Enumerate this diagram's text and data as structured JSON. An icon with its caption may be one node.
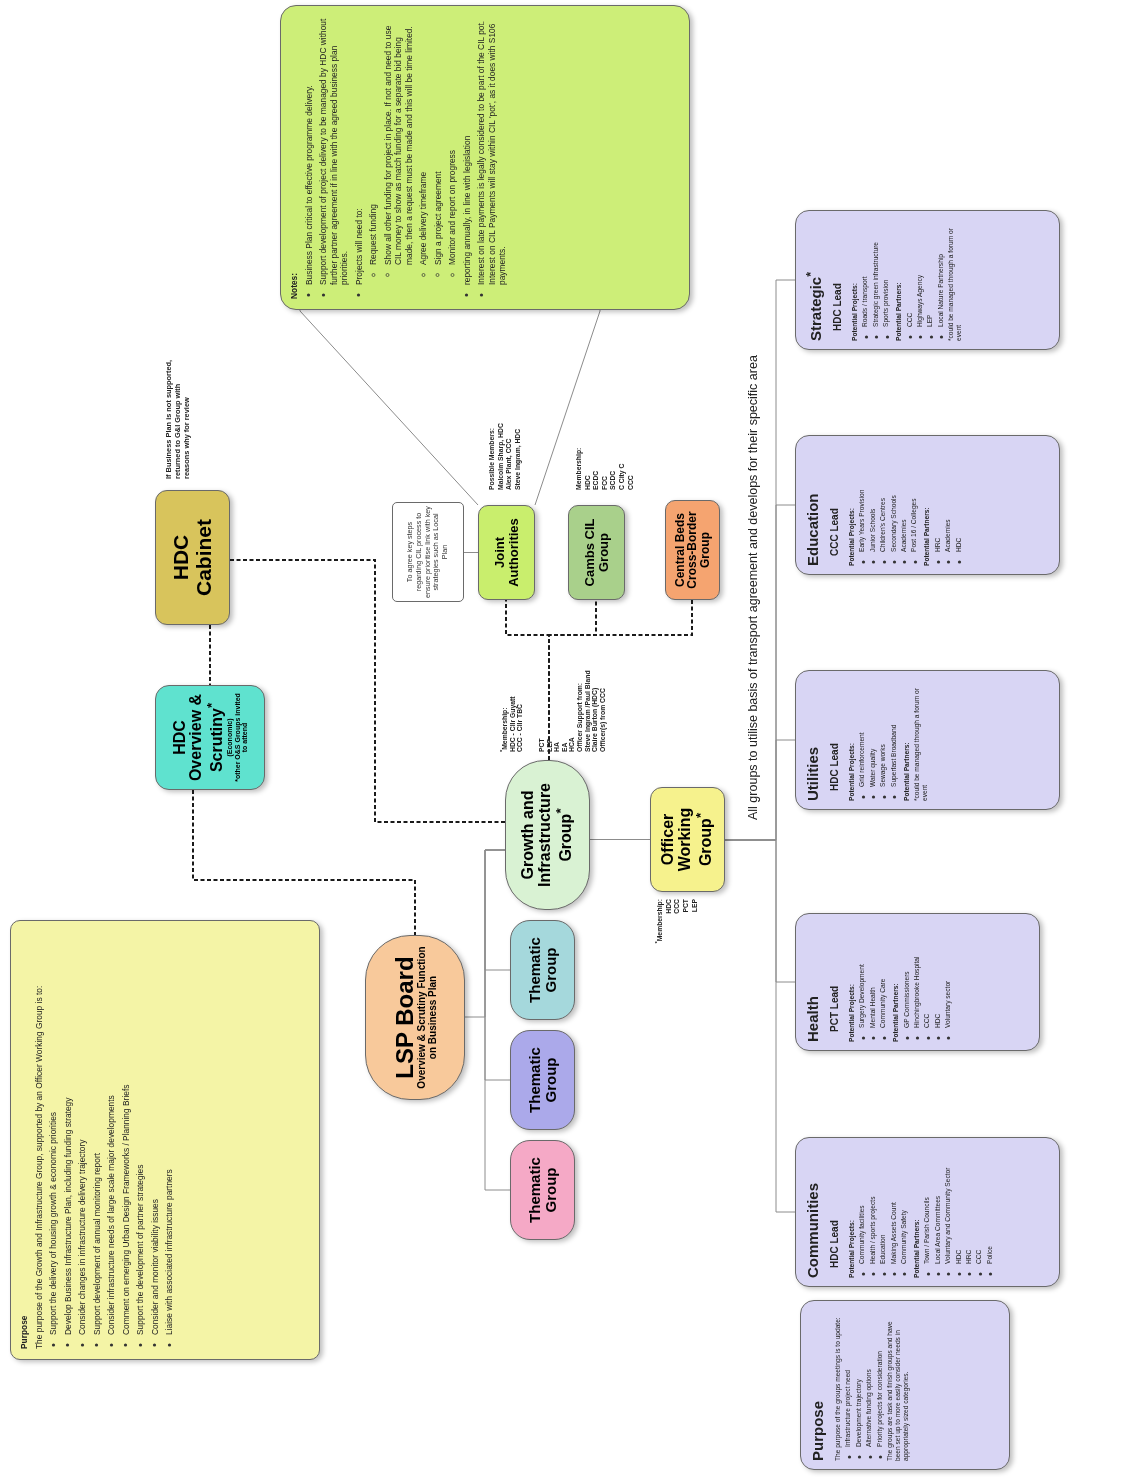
{
  "diagram": {
    "nodes": [
      {
        "text": [
          "Purpose",
          "The purpose of the Growth and Infrastructure Group, supported by an Officer Working Group is to:",
          "Support the delivery of housing growth & economic priorities",
          "Develop Business Infrastructure Plan, including funding strategy",
          "Consider changes in infrastructure delivery trajectory",
          "Support development of annual monitoring report",
          "Consider infrastructure needs of large scale major developments",
          "Comment on emerging Urban Design Frameworks / Planning Briefs",
          "Support the development of partner strategies",
          "Consider and monitor viability issues",
          "Liaise with associated infrastructure partners"
        ]
      },
      {
        "text": [
          "HDC Overview & Scrutiny$^{*}$",
          "(Economic)",
          "*other O&S Groups invited to attend"
        ]
      },
      {
        "text": [
          "HDC Cabinet"
        ],
        "beside": [
          "If Business Plan is not supported, returned to G&I Group with reasons why for review"
        ]
      },
      {
        "text": [
          "Notes:",
          "Business Plan critical to effective programme delivery.",
          "Support development of project delivery to be managed by HDC without further partner agreement if in line with the agreed business plan priorities.",
          "Projects will need to:",
          "Request funding",
          "Show all other funding for project in place. If not and need to use CIL money to show as match funding for a separate bid being made, then a request must be made and this will be time limited.",
          "Agree delivery timeframe",
          "Sign a project agreement",
          "Monitor and report on progress",
          "reporting annually, in line with legislation",
          "Interest on late payments is legally considered to be part of the CIL pot. Interest on CIL Payments will stay within CIL 'pot', as it does with S106 payments."
        ]
      },
      {
        "text": [
          "LSP Board",
          "Overview & Scrutiny Function on Business Plan"
        ]
      },
      {
        "text": [
          "Thematic Group"
        ]
      },
      {
        "text": [
          "Thematic Group"
        ]
      },
      {
        "text": [
          "Thematic Group"
        ]
      },
      {
        "text": [
          "Growth and Infrastructure Group$^{*}$"
        ],
        "beside": [
          "$^{*}$Membership:",
          "HDC - Cllr Guyatt",
          "CCC - Cllr TBC",
          "PCT",
          "LEP",
          "HA",
          "EA",
          "HCA",
          "Officer Support from:",
          "Steve Ingram /Paul Bland",
          "Claire Burton (HDC)",
          "Officer(s) from CCC"
        ]
      },
      {
        "text": [
          "To agree key steps regarding CIL process to ensure prioritise link with key strategies such as Local Plan"
        ]
      },
      {
        "text": [
          "Joint Authorities"
        ],
        "beside": [
          "Possible Members:",
          "Malcolm Sharp, HDC",
          "Alex Plant, CCC",
          "Steve Ingram, HDC"
        ]
      },
      {
        "text": [
          "Cambs CIL Group"
        ],
        "beside": [
          "Membership:",
          "HDC",
          "ECDC",
          "FCC",
          "SCDC",
          "C City C",
          "CCC"
        ]
      },
      {
        "text": [
          "Central Beds Cross-Border Group"
        ]
      },
      {
        "text": [
          "Officer Working Group$^{*}$"
        ],
        "beside": [
          "$^{*}$Membership:",
          "HDC",
          "CCC",
          "PCT",
          "LEP"
        ]
      },
      {
        "text": [
          "Purpose",
          "The purpose of the groups meetings is to update:",
          "Infrastructure project need",
          "Development trajectory",
          "Alternative funding options",
          "Priority projects for consideration",
          "The groups are task and finish groups and have been set up to more easily consider needs in appropriately sized categories."
        ]
      },
      {
        "text": [
          "Communities",
          "HDC Lead",
          "Potential Projects:",
          "Community facilities",
          "Health / sports projects",
          "Education",
          "Making Assets Count",
          "Community Safety",
          "Potential Partners:",
          "Town / Parish Councils",
          "Local Area Committees",
          "Voluntary and Community Sector",
          "HDC",
          "HRC",
          "CCC",
          "Police"
        ]
      },
      {
        "text": [
          "Health",
          "PCT Lead",
          "Potential Projects:",
          "Surgery Development",
          "Mental Health",
          "Community Care",
          "Potential Partners:",
          "GP Commissioners",
          "Hinchingbrooke Hospital",
          "CCC",
          "HDC",
          "Voluntary sector"
        ]
      },
      {
        "text": [
          "Utilities",
          "HDC Lead",
          "Potential Projects:",
          "Grid reinforcement",
          "Water quality",
          "Sewage works",
          "Superfast Broadband",
          "Potential Partners:",
          "*could be managed through a forum or event"
        ]
      },
      {
        "text": [
          "Education",
          "CCC Lead",
          "Potential Projects:",
          "Early Years Provision",
          "Junior Schools",
          "Children's Centres",
          "Secondary Schools",
          "Academies",
          "Post 16 / Colleges",
          "Potential Partners:",
          "HRC",
          "Academies",
          "HDC"
        ]
      },
      {
        "text": [
          "Strategic$^{*}$",
          "HDC Lead",
          "Potential Projects:",
          "Roads / transport",
          "Strategic green infrastructure",
          "Sports provision",
          "Potential Partners:",
          "CCC",
          "Highways Agency",
          "LEP",
          "Local Nature Partnership",
          "*could be managed through a forum or event"
        ]
      }
    ],
    "edges": [
      {
        "from": 2,
        "to": 1,
        "arrow": "none",
        "style": "dashed",
        "color": "#1a1a1a"
      },
      {
        "from": 1,
        "to": 4,
        "arrow": "none",
        "style": "dashed",
        "color": "#1a1a1a"
      },
      {
        "from": 2,
        "to": 8,
        "arrow": "none",
        "style": "dashed",
        "color": "#1a1a1a"
      },
      {
        "from": 4,
        "to": 8,
        "arrow": "none"
      },
      {
        "from": 8,
        "to": 5,
        "arrow": "none"
      },
      {
        "from": 8,
        "to": 6,
        "arrow": "none"
      },
      {
        "from": 8,
        "to": 7,
        "arrow": "none"
      },
      {
        "from": 8,
        "to": 13,
        "arrow": "none"
      },
      {
        "from": 8,
        "to": 10,
        "arrow": "none",
        "style": "dashed",
        "color": "#1a1a1a"
      },
      {
        "from": 8,
        "to": 11,
        "arrow": "none",
        "style": "dashed",
        "color": "#1a1a1a"
      },
      {
        "from": 8,
        "to": 12,
        "arrow": "none",
        "style": "dashed",
        "color": "#1a1a1a"
      },
      {
        "from": 9,
        "to": 10,
        "arrow": "none"
      },
      {
        "from": 10,
        "to": 3,
        "arrow": "none"
      },
      {
        "from": 10,
        "to": 3,
        "arrow": "none"
      },
      {
        "from": 13,
        "to": 15,
        "arrow": "none"
      },
      {
        "from": 13,
        "to": 16,
        "arrow": "none"
      },
      {
        "from": 13,
        "to": 17,
        "arrow": "none"
      },
      {
        "from": 13,
        "to": 18,
        "arrow": "none"
      },
      {
        "from": 13,
        "to": 19,
        "arrow": "none"
      }
    ],
    "labels": [
      "All groups to utilise basis of transport agreement and develops for their specific area"
    ]
  }
}
